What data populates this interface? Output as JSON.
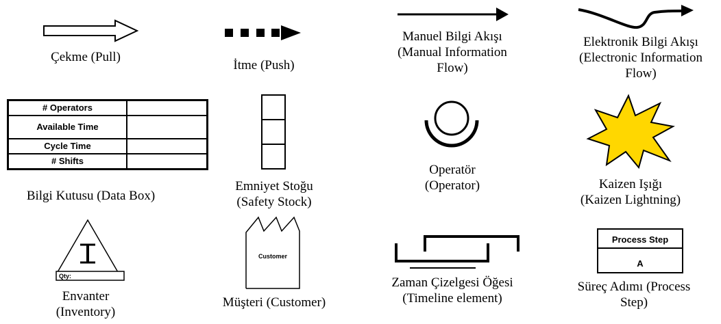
{
  "symbols": {
    "pull": {
      "caption": [
        "Çekme (Pull)"
      ]
    },
    "push": {
      "caption": [
        "İtme (Push)"
      ]
    },
    "manual_flow": {
      "caption": [
        "Manuel Bilgi Akışı",
        "(Manual Information",
        "Flow)"
      ]
    },
    "electronic_flow": {
      "caption": [
        "Elektronik Bilgi Akışı",
        "(Electronic Information",
        "Flow)"
      ]
    },
    "data_box": {
      "rows": [
        "# Operators",
        "Available Time",
        "Cycle Time",
        "# Shifts"
      ],
      "caption": [
        "Bilgi Kutusu (Data Box)"
      ]
    },
    "safety_stock": {
      "caption": [
        "Emniyet Stoğu",
        "(Safety Stock)"
      ]
    },
    "operator": {
      "caption": [
        "Operatör",
        "(Operator)"
      ]
    },
    "kaizen": {
      "caption": [
        "Kaizen Işığı",
        "(Kaizen Lightning)"
      ],
      "color": "#FFD700"
    },
    "inventory": {
      "letter": "I",
      "qty_label": "Qty:",
      "caption": [
        "Envanter",
        "(Inventory)"
      ]
    },
    "customer": {
      "label": "Customer",
      "caption": [
        "Müşteri (Customer)"
      ]
    },
    "timeline": {
      "caption": [
        "Zaman Çizelgesi Öğesi",
        "(Timeline element)"
      ]
    },
    "process_step": {
      "title": "Process Step",
      "letter": "A",
      "caption": [
        "Süreç Adımı (Process",
        "Step)"
      ]
    }
  }
}
